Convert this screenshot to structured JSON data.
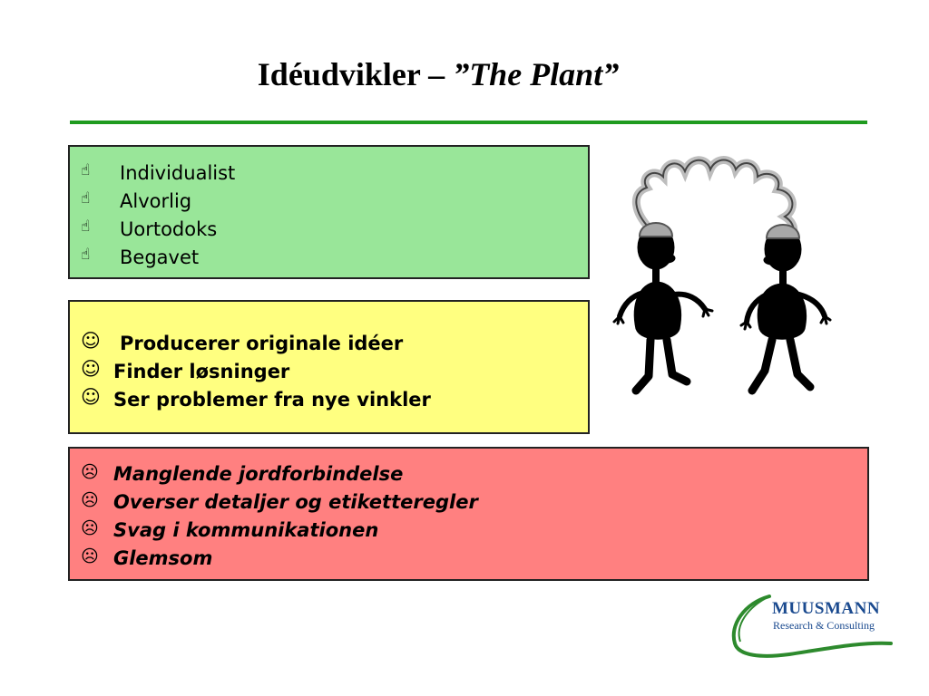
{
  "slide": {
    "title_main": "Idéudvikler – ",
    "title_sub": "”The Plant”"
  },
  "traits": {
    "bullet": "☝",
    "items": [
      {
        "text": "Individualist"
      },
      {
        "text": "Alvorlig"
      },
      {
        "text": "Uortodoks"
      },
      {
        "text": "Begavet"
      }
    ]
  },
  "strengths": {
    "bullet": "☺",
    "items": [
      {
        "text": "Producerer originale idéer"
      },
      {
        "text": "Finder løsninger"
      },
      {
        "text": "Ser problemer fra nye vinkler"
      }
    ]
  },
  "weaknesses": {
    "bullet": "☹",
    "items": [
      {
        "text": "Manglende jordforbindelse"
      },
      {
        "text": "Overser detaljer og etiketteregler"
      },
      {
        "text": "Svag i kommunikationen"
      },
      {
        "text": "Glemsom"
      }
    ]
  },
  "logo": {
    "name": "MUUSMANN",
    "tagline": "Research & Consulting"
  },
  "colors": {
    "rule": "#1f9b1f",
    "traits_box": "#99e699",
    "strengths_box": "#ffff80",
    "weaknesses_box": "#ff8080",
    "logo_text": "#1a4a8f",
    "logo_swoosh": "#2d8a2d"
  },
  "icons": {
    "traits_bullet": "thumbs-up-icon",
    "strengths_bullet": "smiley-icon",
    "weaknesses_bullet": "frowny-icon",
    "illustration": "two-figures-connected-brains-icon"
  }
}
